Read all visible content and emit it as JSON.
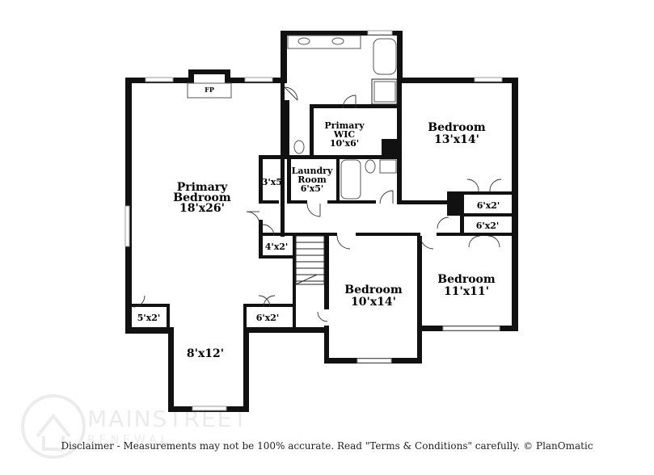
{
  "rooms": {
    "primary_bedroom": {
      "name": [
        "Primary",
        "Bedroom"
      ],
      "size": "18'x26'"
    },
    "primary_wic": {
      "name": [
        "Primary",
        "WIC"
      ],
      "size": "10'x6'"
    },
    "bedroom_ne": {
      "name": "Bedroom",
      "size": "13'x14'"
    },
    "laundry": {
      "name": [
        "Laundry",
        "Room"
      ],
      "size": "6'x5'"
    },
    "closet_3x5": {
      "size": "3'x5'"
    },
    "closet_4x2": {
      "size": "4'x2'"
    },
    "closet_5x2": {
      "size": "5'x2'"
    },
    "closet_6x2_hall": {
      "size": "6'x2'"
    },
    "closet_6x2_upper": {
      "size": "6'x2'"
    },
    "closet_6x2_lower": {
      "size": "6'x2'"
    },
    "bedroom_center": {
      "name": "Bedroom",
      "size": "10'x14'"
    },
    "bedroom_se": {
      "name": "Bedroom",
      "size": "11'x11'"
    },
    "sitting": {
      "size": "8'x12'"
    },
    "fireplace": {
      "label": "FP"
    }
  },
  "watermark": {
    "line1": "MAINSTREET",
    "line2": "RENEWAL"
  },
  "disclaimer": "Disclaimer - Measurements may not be 100% accurate. Read \"Terms & Conditions\" carefully. © PlanOmatic"
}
